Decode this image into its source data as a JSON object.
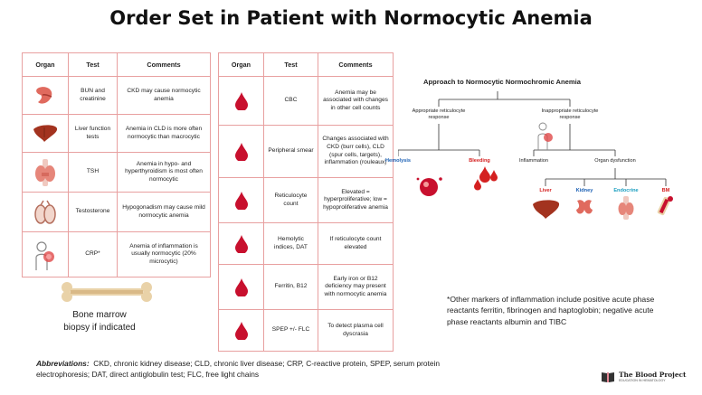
{
  "title": "Order Set in Patient with Normocytic Anemia",
  "left_table": {
    "headers": [
      "Organ",
      "Test",
      "Comments"
    ],
    "rows": [
      {
        "organ_icon": "kidney-icon",
        "test": "BUN and creatinine",
        "comment": "CKD may cause normocytic anemia"
      },
      {
        "organ_icon": "liver-icon",
        "test": "Liver function tests",
        "comment": "Anemia in CLD is more often normocytic than macrocytic"
      },
      {
        "organ_icon": "thyroid-icon",
        "test": "TSH",
        "comment": "Anemia in hypo- and hyperthyroidism is most often normocytic"
      },
      {
        "organ_icon": "testes-icon",
        "test": "Testosterone",
        "comment": "Hypogonadism may cause mild normocytic anemia"
      },
      {
        "organ_icon": "inflamed-person-icon",
        "test": "CRP*",
        "comment": "Anemia of inflammation is usually normocytic (20% microcytic)"
      }
    ]
  },
  "right_table": {
    "headers": [
      "Organ",
      "Test",
      "Comments"
    ],
    "rows": [
      {
        "organ_icon": "blood-drop-icon",
        "test": "CBC",
        "comment": "Anemia may be associated with changes in other cell counts"
      },
      {
        "organ_icon": "blood-drop-icon",
        "test": "Peripheral smear",
        "comment": "Changes associated with CKD (burr cells), CLD (spur cells, targets), inflammation (rouleaux)"
      },
      {
        "organ_icon": "blood-drop-icon",
        "test": "Reticulocyte count",
        "comment": "Elevated = hyperproliferative; low = hypoproliferative anemia"
      },
      {
        "organ_icon": "blood-drop-icon",
        "test": "Hemolytic indices, DAT",
        "comment": "If reticulocyte count elevated"
      },
      {
        "organ_icon": "blood-drop-icon",
        "test": "Ferritin, B12",
        "comment": "Early iron or B12 deficiency may present with normocytic anemia"
      },
      {
        "organ_icon": "blood-drop-icon",
        "test": "SPEP +/- FLC",
        "comment": "To detect plasma cell dyscrasia"
      }
    ]
  },
  "bone_marrow": {
    "line1": "Bone marrow",
    "line2": "biopsy if indicated"
  },
  "abbreviations": {
    "label": "Abbreviations:",
    "text": "CKD, chronic kidney disease; CLD, chronic liver disease; CRP, C-reactive protein, SPEP, serum protein electrophoresis; DAT, direct antiglobulin test; FLC, free light chains"
  },
  "diagram": {
    "title": "Approach to Normocytic Normochromic Anemia",
    "appropriate": "Appropriate reticulocyte response",
    "inappropriate": "Inappropriate reticulocyte response",
    "hemolysis": "Hemolysis",
    "bleeding": "Bleeding",
    "inflammation": "Inflammation",
    "organ_dysfunction": "Organ dysfunction",
    "liver": "Liver",
    "kidney": "Kidney",
    "endocrine": "Endocrine",
    "bm": "BM",
    "colors": {
      "hemolysis": "#1a5fb4",
      "bleeding": "#d42020",
      "liver": "#d42020",
      "kidney": "#1a5fb4",
      "endocrine": "#1a9ec0",
      "bm": "#d42020"
    }
  },
  "footnote": "*Other markers of inflammation include positive acute phase reactants ferritin, fibrinogen and haptoglobin; negative acute phase reactants albumin and TIBC",
  "brand": {
    "name_line1": "The Blood Project",
    "subtitle": "EDUCATION IN HEMATOLOGY"
  }
}
